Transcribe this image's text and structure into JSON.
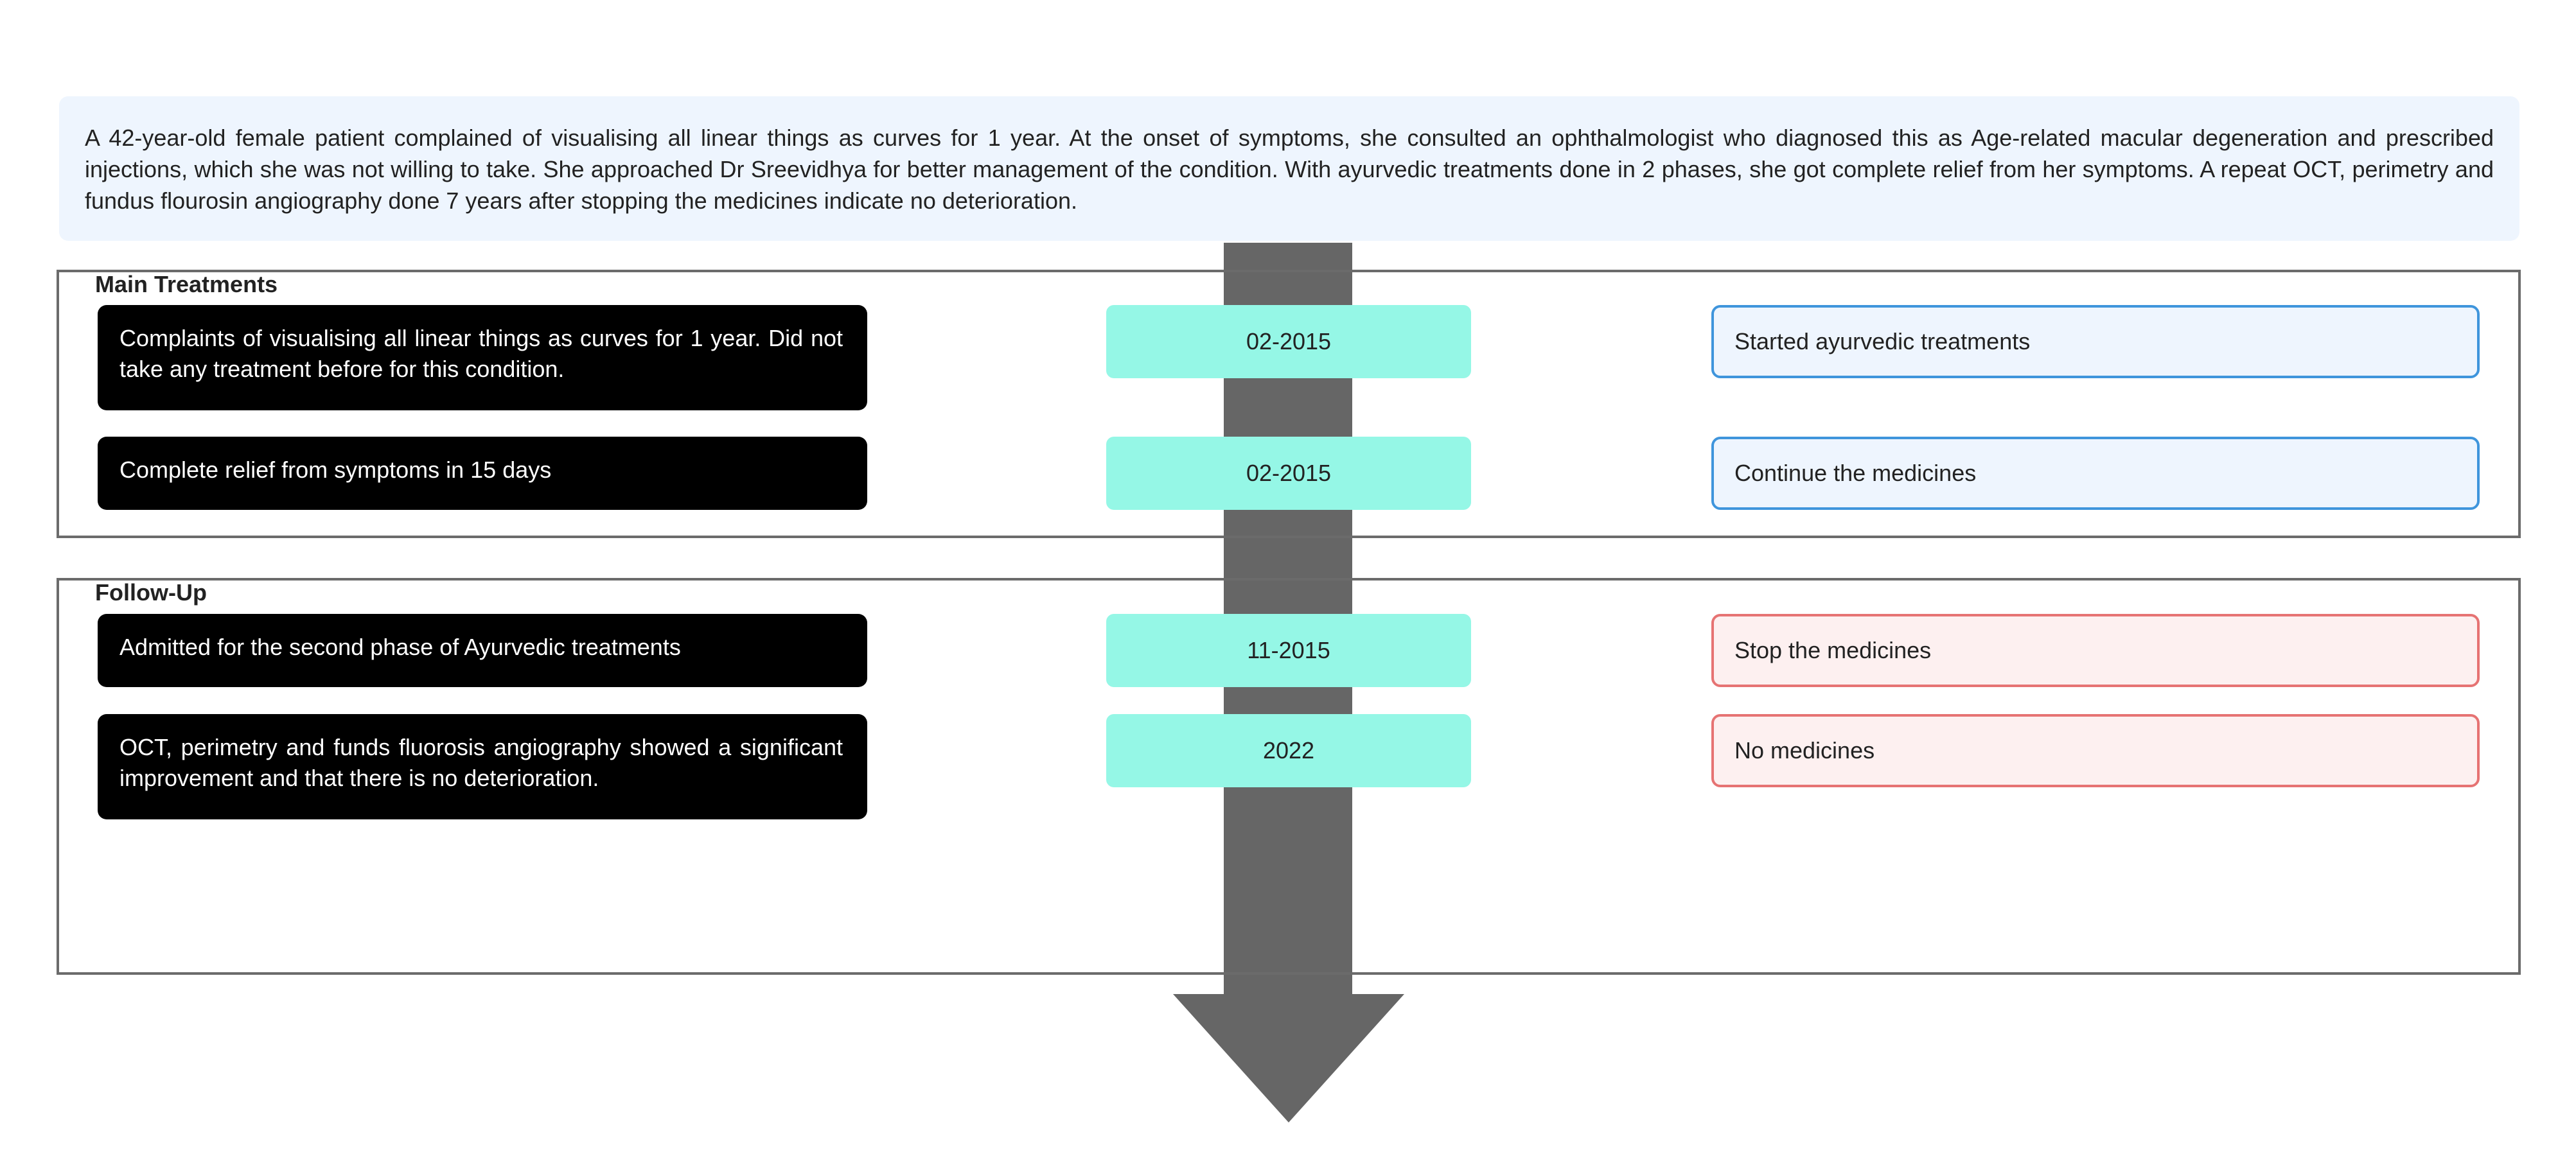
{
  "summary": {
    "text": "A 42-year-old female patient complained of visualising all linear things as curves for 1 year. At the onset of symptoms, she consulted an ophthalmologist who diagnosed this as Age-related macular degeneration and prescribed injections, which she was not willing to take. She approached Dr Sreevidhya for better management of the condition. With ayurvedic treatments done in 2 phases, she got complete relief from her symptoms. A repeat OCT, perimetry and fundus flourosin angiography done 7 years after stopping the medicines indicate no deterioration."
  },
  "main_treatments": {
    "title": "Main Treatments",
    "rows": [
      {
        "event": "Complaints of visualising all linear things as curves for 1 year. Did not take any treatment before for this condition.",
        "date": "02-2015",
        "action": "Started ayurvedic treatments"
      },
      {
        "event": "Complete relief from symptoms in 15 days",
        "date": "02-2015",
        "action": "Continue the medicines"
      }
    ]
  },
  "follow_up": {
    "title": "Follow-Up",
    "rows": [
      {
        "event": "Admitted for the second phase of Ayurvedic treatments",
        "date": "11-2015",
        "action": "Stop the medicines"
      },
      {
        "event": "OCT, perimetry and funds fluorosis angiography showed a significant improvement and that there is no deterioration.",
        "date": "2022",
        "action": "No medicines"
      }
    ]
  },
  "colors": {
    "event_card_bg": "#000000",
    "date_pill_bg": "#95f7e6",
    "treatment_action_border": "#3f95dc",
    "followup_action_border": "#e67373",
    "timeline_arrow": "#666666"
  }
}
